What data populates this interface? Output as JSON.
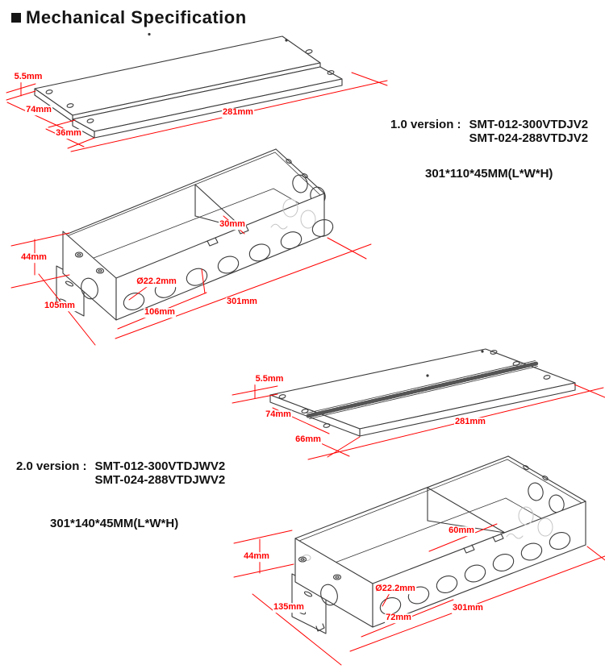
{
  "title": "Mechanical Specification",
  "colors": {
    "background": "#ffffff",
    "outline": "#3a3a3a",
    "dimension_red": "#ff0000",
    "hidden_gray": "#c5c5c5"
  },
  "version1": {
    "label": "1.0 version :",
    "model1": "SMT-012-300VTDJV2",
    "model2": "SMT-024-288VTDJV2",
    "size": "301*110*45MM(L*W*H)"
  },
  "version2": {
    "label": "2.0 version :",
    "model1": "SMT-012-300VTDJWV2",
    "model2": "SMT-024-288VTDJWV2",
    "size": "301*140*45MM(L*W*H)"
  },
  "labels": {
    "lid1": {
      "thickness": "5.5mm",
      "back_width": "74mm",
      "front_width": "36mm",
      "length": "281mm"
    },
    "box1": {
      "height": "44mm",
      "width": "105mm",
      "hole_dia": "Ø22.2mm",
      "section": "106mm",
      "notch": "30mm",
      "length": "301mm"
    },
    "lid2": {
      "thickness": "5.5mm",
      "back_width": "74mm",
      "front_width": "66mm",
      "length": "281mm"
    },
    "box2": {
      "height": "44mm",
      "width": "135mm",
      "hole_dia": "Ø22.2mm",
      "section": "72mm",
      "notch": "60mm",
      "length": "301mm"
    }
  }
}
